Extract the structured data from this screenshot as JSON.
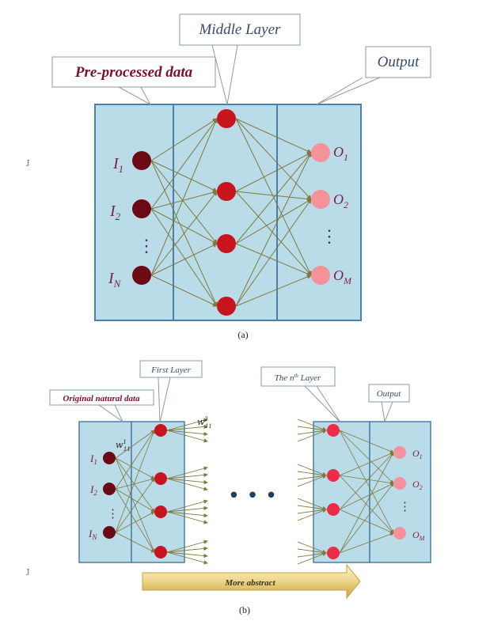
{
  "diagram_a": {
    "callouts": {
      "input": "Pre-processed data",
      "middle": "Middle Layer",
      "output": "Output"
    },
    "input_labels": [
      {
        "base": "I",
        "sub": "1"
      },
      {
        "base": "I",
        "sub": "2"
      },
      {
        "base": "I",
        "sub": "N"
      }
    ],
    "output_labels": [
      {
        "base": "O",
        "sub": "1"
      },
      {
        "base": "O",
        "sub": "2"
      },
      {
        "base": "O",
        "sub": "M"
      }
    ],
    "ellipsis": "⋮",
    "caption": "(a)",
    "margin_mark": "J"
  },
  "diagram_b": {
    "callouts": {
      "input": "Original natural data",
      "first": "First Layer",
      "nth_prefix": "The n",
      "nth_sup": "th",
      "nth_suffix": " Layer",
      "output": "Output"
    },
    "weight_1": {
      "base": "w",
      "sub": "11",
      "sup": "1"
    },
    "weight_2": {
      "base": "w",
      "sub": "11",
      "sup": "2"
    },
    "input_labels": [
      {
        "base": "I",
        "sub": "1"
      },
      {
        "base": "I",
        "sub": "2"
      },
      {
        "base": "I",
        "sub": "N"
      }
    ],
    "output_labels": [
      {
        "base": "O",
        "sub": "1"
      },
      {
        "base": "O",
        "sub": "2"
      },
      {
        "base": "O",
        "sub": "M"
      }
    ],
    "ellipsis": "⋮",
    "dots": "• • •",
    "arrow_label": "More abstract",
    "caption": "(b)",
    "margin_mark": "J"
  },
  "colors": {
    "panel_fill": "#b9dce8",
    "panel_stroke": "#4a7fa8",
    "node_dark": "#6b0a14",
    "node_mid": "#c8141e",
    "node_bright": "#ee2b48",
    "node_light": "#f6929a",
    "edge": "#7f7a3e",
    "arrow_fill": "#e3c46a"
  }
}
